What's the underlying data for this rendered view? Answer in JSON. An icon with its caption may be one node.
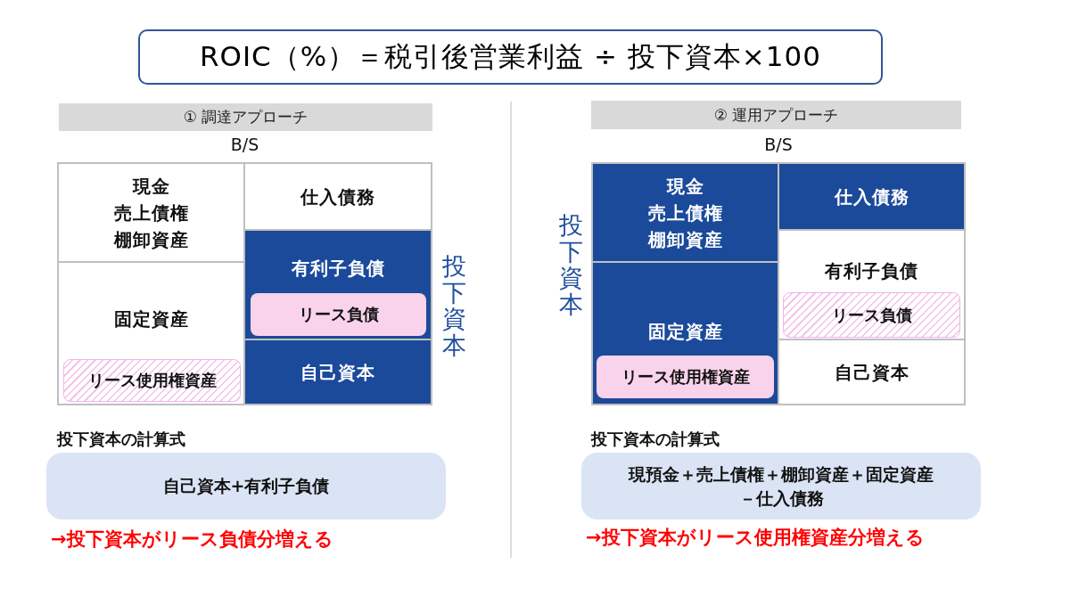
{
  "diagram": {
    "title": "ROIC（%）＝税引後営業利益 ÷ 投下資本×100",
    "nodes": [
      {
        "text": [
          "① 調達アプローチ"
        ]
      },
      {
        "text": [
          "B/S"
        ]
      },
      {
        "text": [
          "現金",
          "売上債権",
          "棚卸資産"
        ],
        "in": 1
      },
      {
        "text": [
          "仕入債務"
        ],
        "in": 1
      },
      {
        "text": [
          "固定資産"
        ],
        "in": 1
      },
      {
        "text": [
          "リース使用権資産"
        ],
        "in": 4
      },
      {
        "text": [
          "有利子負債"
        ],
        "in": 1
      },
      {
        "text": [
          "リース負債"
        ],
        "in": 6
      },
      {
        "text": [
          "自己資本"
        ],
        "in": 1
      },
      {
        "text": [
          "自己資本+有利子負債"
        ]
      },
      {
        "text": [
          "② 運用アプローチ"
        ]
      },
      {
        "text": [
          "B/S"
        ]
      },
      {
        "text": [
          "現金",
          "売上債権",
          "棚卸資産"
        ],
        "in": 11
      },
      {
        "text": [
          "仕入債務"
        ],
        "in": 11
      },
      {
        "text": [
          "固定資産"
        ],
        "in": 11
      },
      {
        "text": [
          "リース使用権資産"
        ],
        "in": 14
      },
      {
        "text": [
          "有利子負債"
        ],
        "in": 11
      },
      {
        "text": [
          "リース負債"
        ],
        "in": 16
      },
      {
        "text": [
          "自己資本"
        ],
        "in": 11
      },
      {
        "text": [
          "現預金＋売上債権＋棚卸資産＋固定資産－仕入債務"
        ]
      }
    ],
    "labels": [
      "投下資本",
      "投下資本の計算式",
      "→投下資本がリース負債分増える",
      "投下資本",
      "投下資本の計算式",
      "→投下資本がリース使用権資産分増える"
    ]
  }
}
